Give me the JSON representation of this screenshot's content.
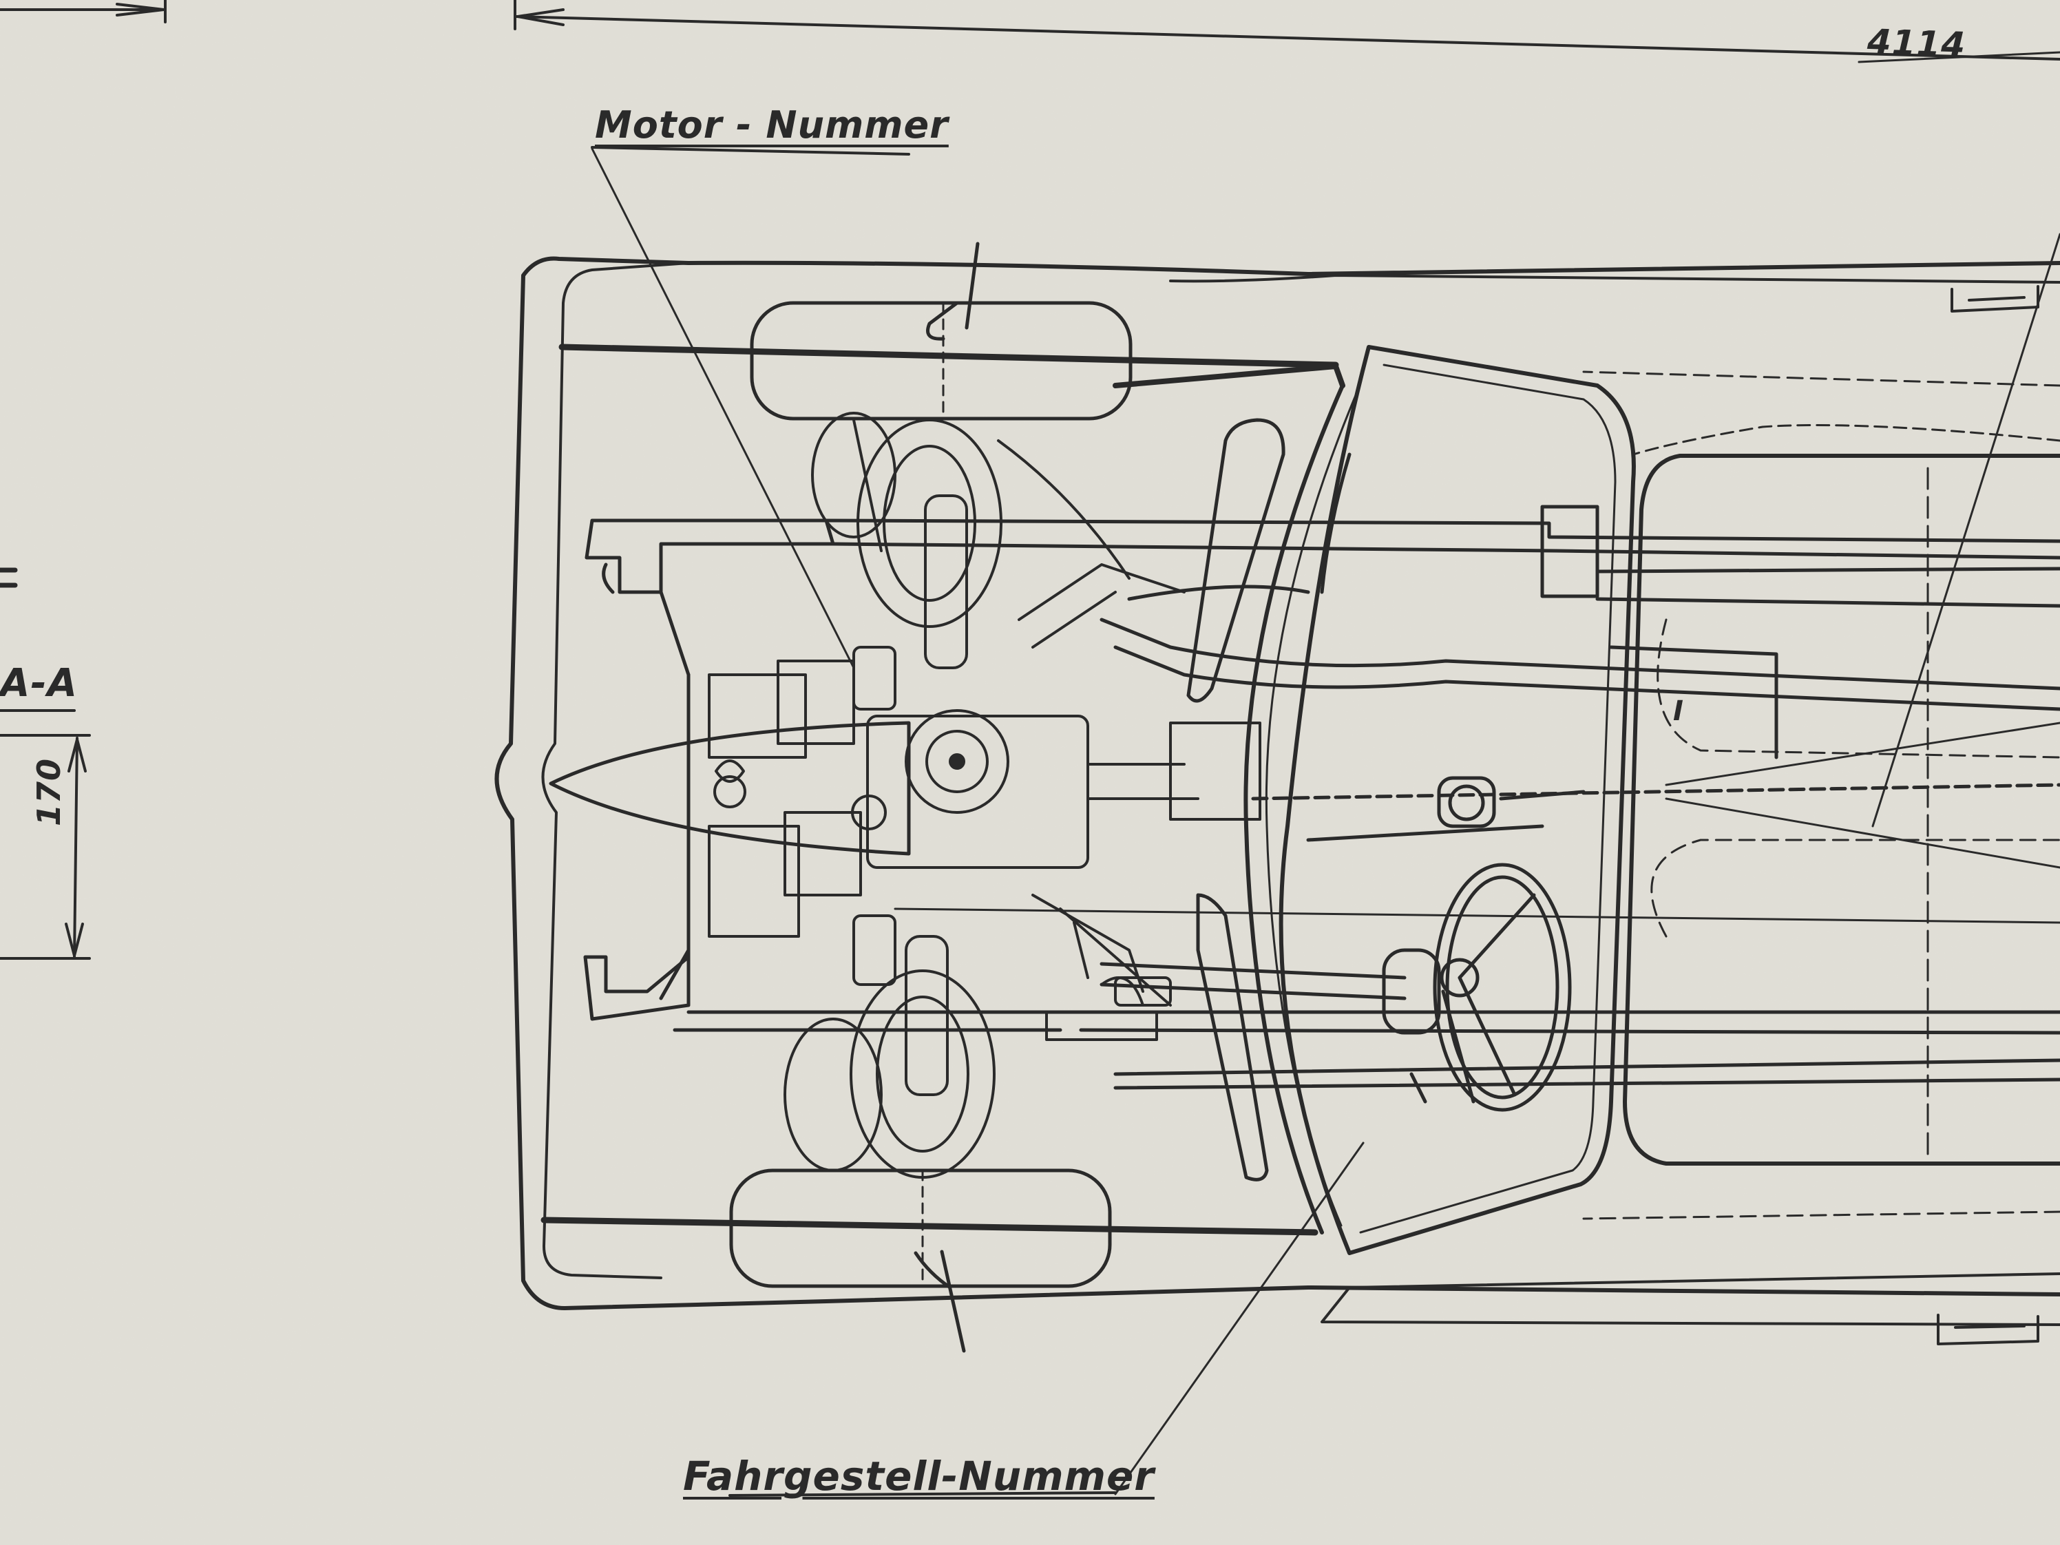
{
  "drawing": {
    "labels": {
      "motor": "Motor - Nummer",
      "chassis": "Fahrgestell-Nummer",
      "section": "A-A",
      "dim_length": "4114",
      "dim_height": "170",
      "zone_marker": "I"
    },
    "colors": {
      "paper": "#e6e4dc",
      "ink": "#2a2a2a",
      "ink_light": "#6f6f6a"
    },
    "icons": [
      "dimension-arrow",
      "leader-line",
      "steering-wheel",
      "wheel",
      "engine"
    ]
  }
}
